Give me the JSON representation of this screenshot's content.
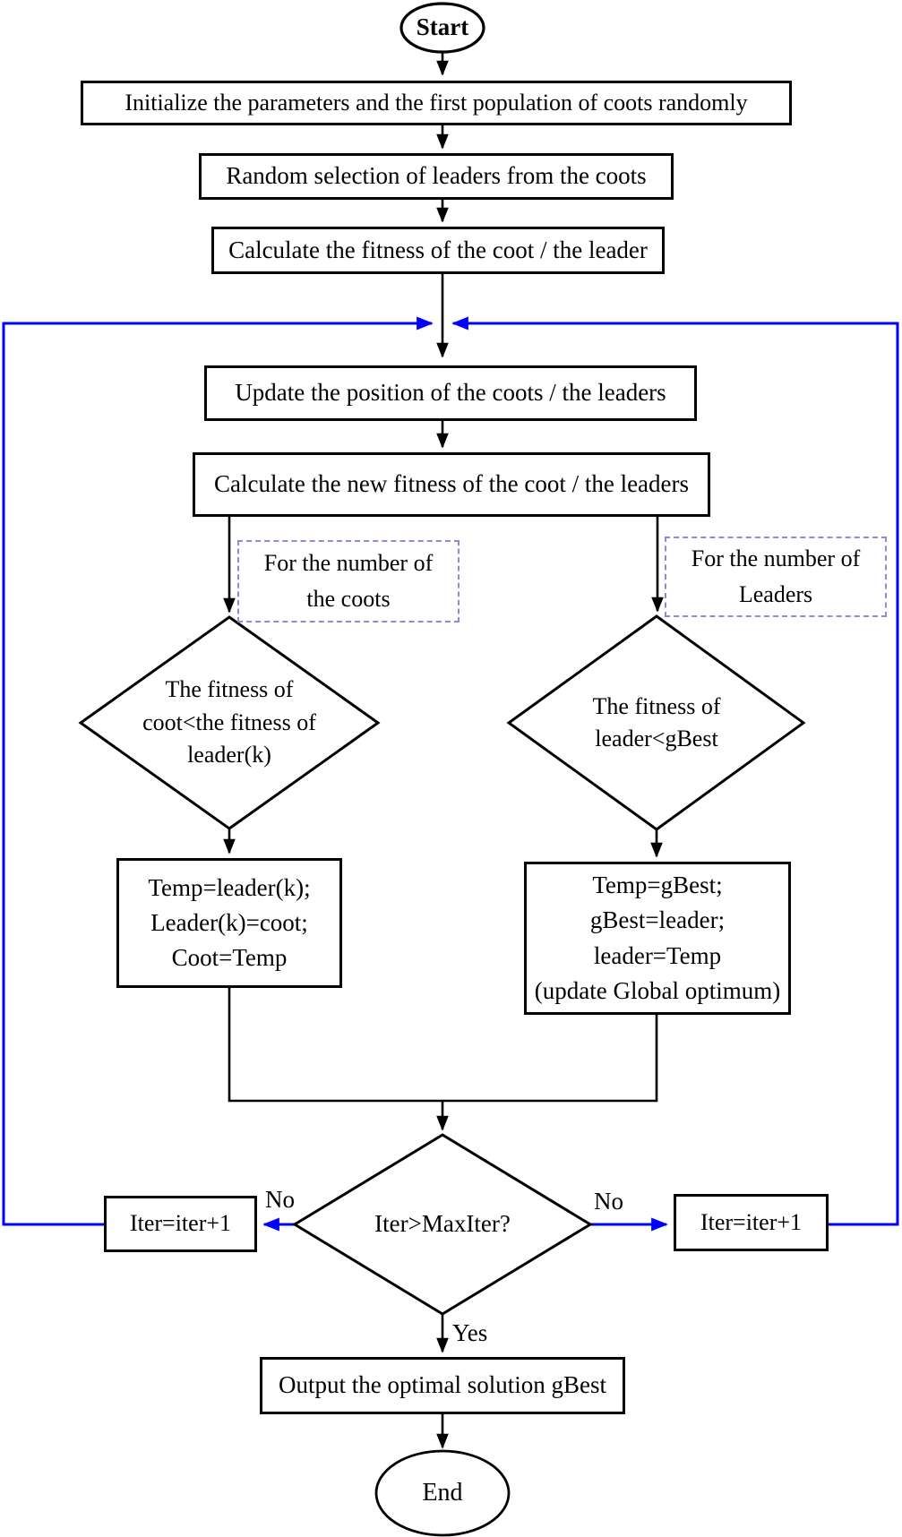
{
  "figure": {
    "type": "flowchart",
    "colors": {
      "line": "#000000",
      "loop_line": "#0000ff",
      "dashed_box_border": "#8b8bdc",
      "background": "#ffffff"
    }
  },
  "nodes": {
    "start": "Start",
    "initialize": "Initialize the parameters and the first population of coots randomly",
    "random_selection": "Random selection of leaders from the coots",
    "calc_fitness": "Calculate the fitness of the coot / the leader",
    "update_position": "Update the position of the coots / the leaders",
    "calc_new_fitness": "Calculate the new fitness of the coot / the leaders",
    "for_coots": "For the number of\nthe coots",
    "for_leaders": "For the number of\nLeaders",
    "decision_coot": "The fitness of\ncoot<the fitness of\nleader(k)",
    "decision_leader": "The fitness of\nleader<gBest",
    "swap_coot": "Temp=leader(k);\nLeader(k)=coot;\nCoot=Temp",
    "swap_leader": "Temp=gBest;\ngBest=leader;\nleader=Temp\n(update Global optimum)",
    "decision_iter": "Iter>MaxIter?",
    "iter_increment_left": "Iter=iter+1",
    "iter_increment_right": "Iter=iter+1",
    "output": "Output the optimal solution gBest",
    "end": "End"
  },
  "edge_labels": {
    "no_left": "No",
    "no_right": "No",
    "yes": "Yes"
  }
}
